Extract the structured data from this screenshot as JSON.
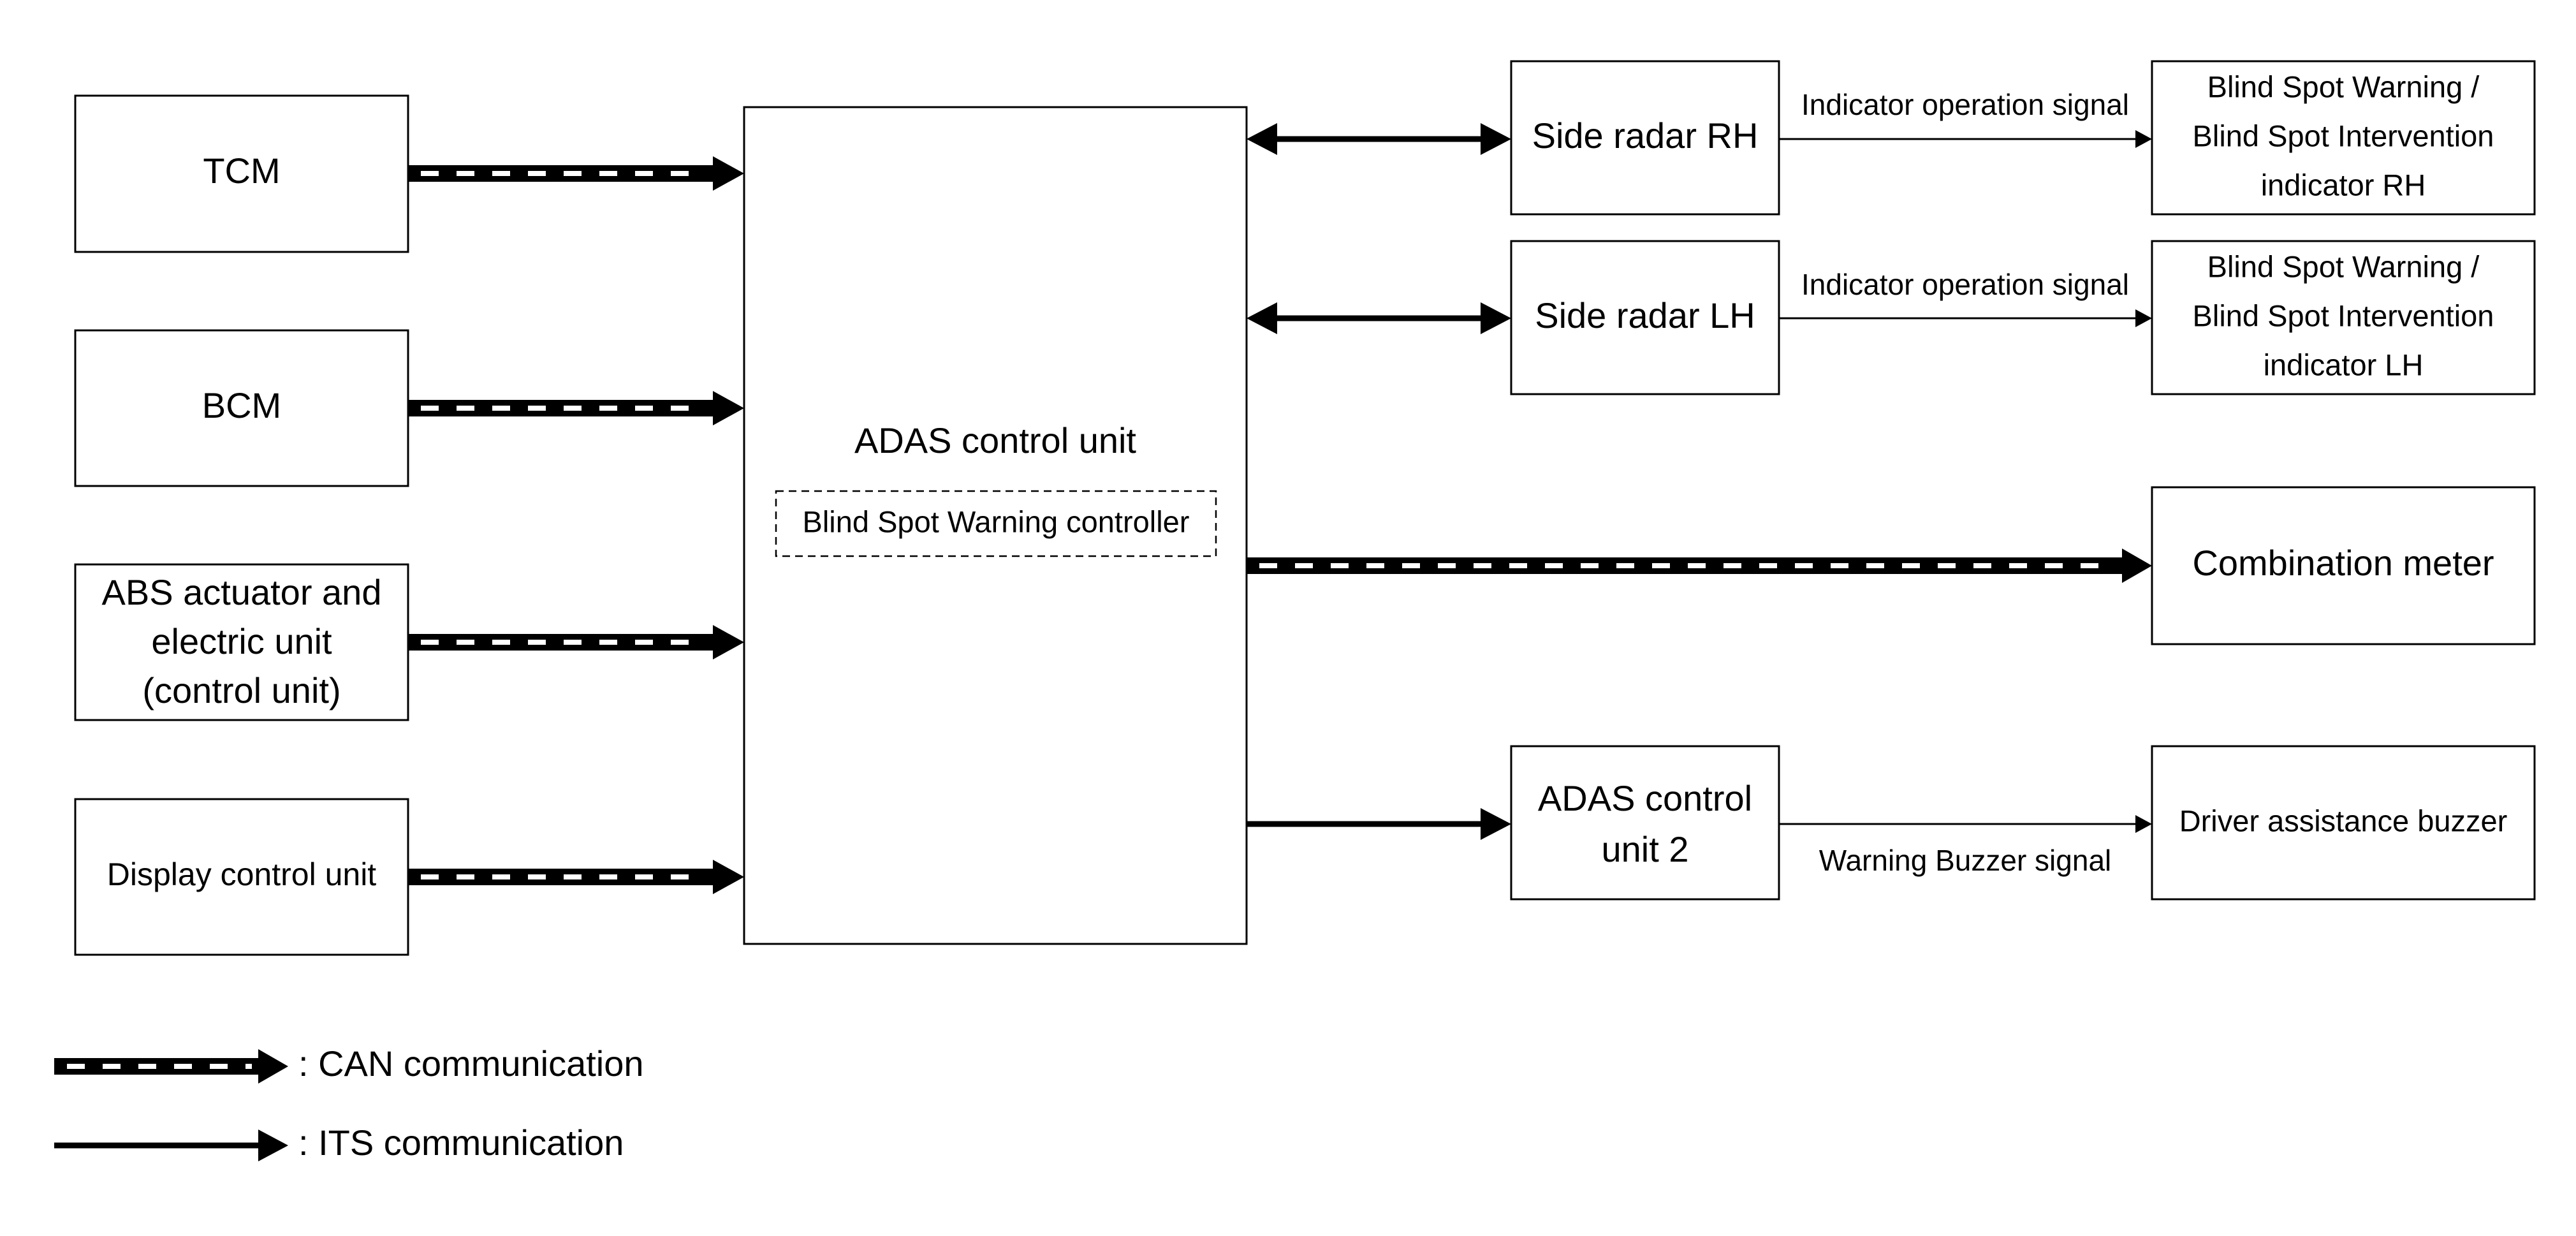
{
  "inputs": {
    "tcm": [
      "TCM"
    ],
    "bcm": [
      "BCM"
    ],
    "abs": [
      "ABS actuator and",
      "electric unit",
      "(control unit)"
    ],
    "display": [
      "Display control unit"
    ]
  },
  "adas": {
    "title": "ADAS control unit",
    "controller": "Blind Spot Warning controller"
  },
  "outputs": {
    "side_radar_rh": [
      "Side radar RH"
    ],
    "side_radar_lh": [
      "Side radar LH"
    ],
    "adas2": [
      "ADAS control",
      "unit 2"
    ],
    "indicator_rh": [
      "Blind Spot Warning /",
      "Blind Spot Intervention",
      "indicator RH"
    ],
    "indicator_lh": [
      "Blind Spot Warning /",
      "Blind Spot Intervention",
      "indicator LH"
    ],
    "combination_meter": [
      "Combination meter"
    ],
    "buzzer": [
      "Driver assistance buzzer"
    ]
  },
  "signals": {
    "indicator_rh": "Indicator operation signal",
    "indicator_lh": "Indicator operation signal",
    "buzzer": "Warning Buzzer signal"
  },
  "legend": {
    "can": ": CAN communication",
    "its": ": ITS communication"
  },
  "colors": {
    "line": "#000000",
    "background": "#ffffff"
  }
}
